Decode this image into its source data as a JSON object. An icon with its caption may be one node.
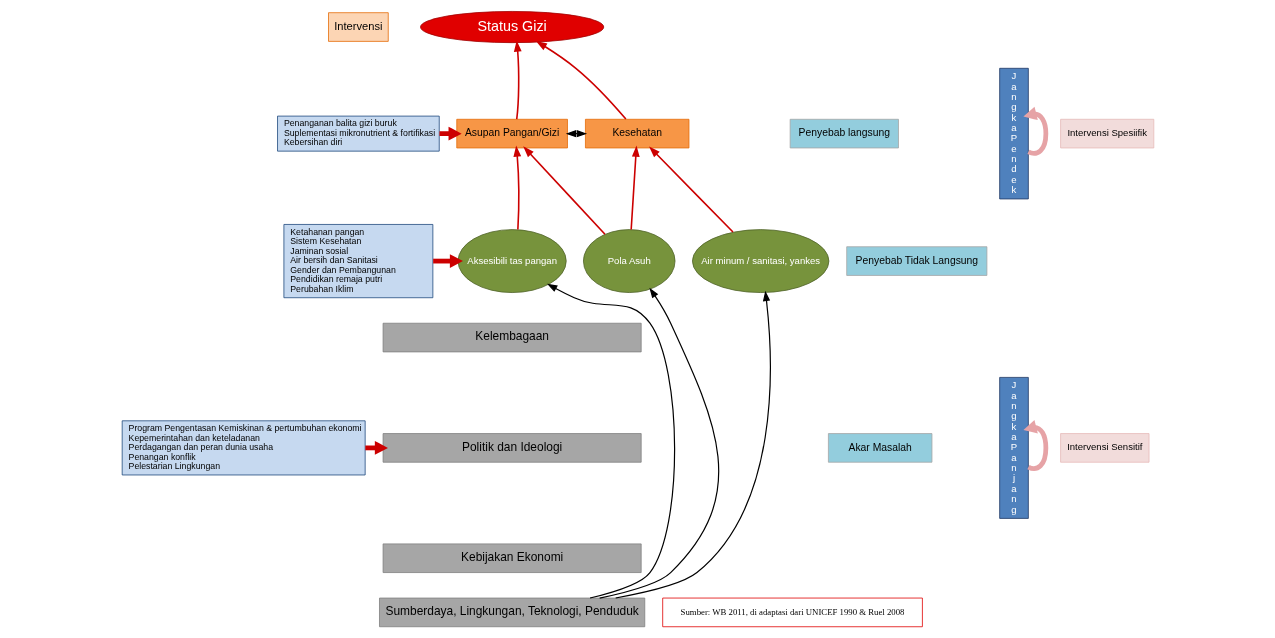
{
  "diagram": {
    "nodes": [
      {
        "text": [
          "Intervensi"
        ]
      },
      {
        "text": [
          "Penanganan balita gizi buruk",
          "Suplementasi mikronutrient & fortifikasi",
          "Kebersihan diri"
        ]
      },
      {
        "text": [
          "Ketahanan pangan",
          "Sistem Kesehatan",
          "Jaminan sosial",
          "Air bersih dan Sanitasi",
          "Gender dan Pembangunan",
          "Pendidikan remaja putri",
          "Perubahan Iklim"
        ]
      },
      {
        "text": [
          "Program Pengentasan Kemiskinan & pertumbuhan ekonomi",
          "Kepemerintahan dan keteladanan",
          "Perdagangan dan peran dunia usaha",
          "Penangan konflik",
          "Pelestarian Lingkungan"
        ]
      },
      {
        "text": [
          "Status Gizi"
        ]
      },
      {
        "text": [
          "Asupan Pangan/Gizi"
        ]
      },
      {
        "text": [
          "Kesehatan"
        ]
      },
      {
        "text": [
          "Aksesibili tas pangan"
        ]
      },
      {
        "text": [
          "Pola Asuh"
        ]
      },
      {
        "text": [
          "Air minum / sanitasi, yankes"
        ]
      },
      {
        "text": [
          "Kelembagaan"
        ]
      },
      {
        "text": [
          "Politik dan Ideologi"
        ]
      },
      {
        "text": [
          "Kebijakan Ekonomi"
        ]
      },
      {
        "text": [
          "Sumberdaya, Lingkungan, Teknologi, Penduduk"
        ]
      },
      {
        "text": [
          "Penyebab langsung"
        ]
      },
      {
        "text": [
          "Penyebab Tidak Langsung"
        ]
      },
      {
        "text": [
          "Akar Masalah"
        ]
      },
      {
        "text": [
          "Jangka Pendek"
        ]
      },
      {
        "text": [
          "Jangka Panjang"
        ]
      },
      {
        "text": [
          "Intervensi Spesiifik"
        ]
      },
      {
        "text": [
          "Intervensi Sensitif"
        ]
      }
    ],
    "edges": [
      {
        "from": 1,
        "to": 5,
        "arrow": "to",
        "style": "thick"
      },
      {
        "from": 2,
        "to": 7,
        "arrow": "to",
        "style": "thick"
      },
      {
        "from": 3,
        "to": 11,
        "arrow": "to",
        "style": "thick"
      },
      {
        "from": 5,
        "to": 6,
        "arrow": "both",
        "color": "#000000"
      },
      {
        "from": 5,
        "to": 4,
        "arrow": "to"
      },
      {
        "from": 6,
        "to": 4,
        "arrow": "to"
      },
      {
        "from": 7,
        "to": 5,
        "arrow": "to"
      },
      {
        "from": 8,
        "to": 5,
        "arrow": "to"
      },
      {
        "from": 8,
        "to": 6,
        "arrow": "to"
      },
      {
        "from": 9,
        "to": 6,
        "arrow": "to"
      },
      {
        "from": 13,
        "to": 7,
        "arrow": "to",
        "color": "#000000"
      },
      {
        "from": 13,
        "to": 8,
        "arrow": "to",
        "color": "#000000"
      },
      {
        "from": 13,
        "to": 9,
        "arrow": "to",
        "color": "#000000"
      },
      {
        "from": 17,
        "to": 17,
        "arrow": "to",
        "style": "thick",
        "color": "#e6a3a6"
      },
      {
        "from": 18,
        "to": 18,
        "arrow": "to",
        "style": "thick",
        "color": "#e6a3a6"
      }
    ],
    "labels": [
      "Sumber: WB 2011, di adaptasi dari UNICEF 1990 & Ruel 2008"
    ]
  }
}
